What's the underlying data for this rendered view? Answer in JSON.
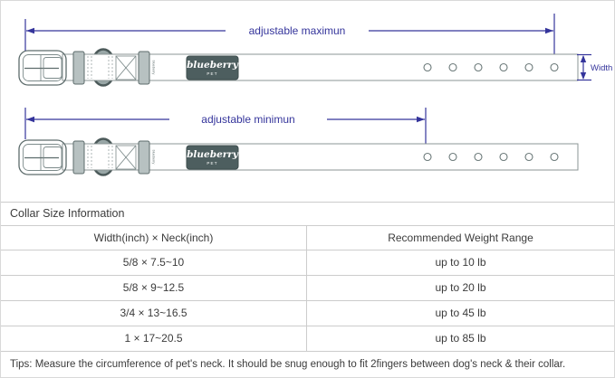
{
  "colors": {
    "accent": "#34349b",
    "border": "#cccccc",
    "outer_border": "#d9d9d9",
    "text": "#3b3b3b",
    "patch_bg": "#4d5e5f",
    "patch_text": "#ffffff",
    "keeper_fill": "#b7c1c1",
    "hardware_stroke": "#5d6c6c",
    "dring_fill": "#98a6a6",
    "strap_stroke": "#8b9595"
  },
  "diagram": {
    "max_label": "adjustable maximun",
    "min_label": "adjustable minimun",
    "width_label": "Width",
    "brand": "blueberry",
    "brand_sub": "PET"
  },
  "table": {
    "title": "Collar Size Information",
    "col_size": "Width(inch) × Neck(inch)",
    "col_weight": "Recommended Weight Range",
    "rows": [
      {
        "size": "5/8 × 7.5~10",
        "weight": "up to 10 lb"
      },
      {
        "size": "5/8 × 9~12.5",
        "weight": "up to 20 lb"
      },
      {
        "size": "3/4 × 13~16.5",
        "weight": "up to 45 lb"
      },
      {
        "size": "1 × 17~20.5",
        "weight": "up to 85 lb"
      }
    ],
    "tips": "Tips: Measure the circumference of pet's neck. It should be snug enough to fit 2fingers between dog's neck & their collar."
  }
}
